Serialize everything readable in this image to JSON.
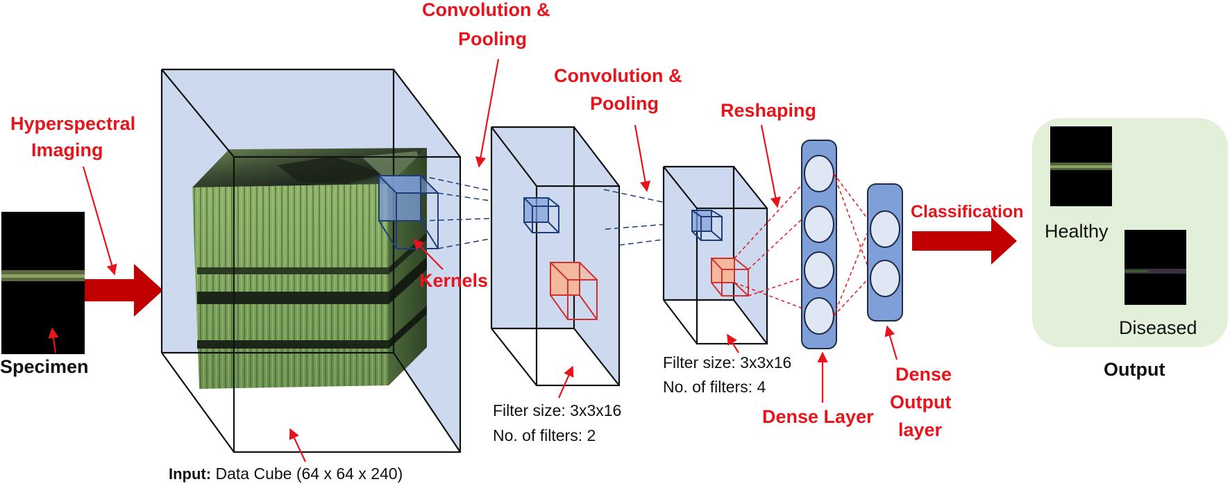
{
  "labels": {
    "hyperspectral_line1": "Hyperspectral",
    "hyperspectral_line2": "Imaging",
    "specimen": "Specimen",
    "conv1_line1": "Convolution &",
    "conv1_line2": "Pooling",
    "conv2_line1": "Convolution &",
    "conv2_line2": "Pooling",
    "kernels": "Kernels",
    "reshaping": "Reshaping",
    "classification": "Classification",
    "dense_layer": "Dense Layer",
    "dense_output_line1": "Dense",
    "dense_output_line2": "Output",
    "dense_output_line3": "layer",
    "output": "Output",
    "healthy": "Healthy",
    "diseased": "Diseased"
  },
  "input_caption": {
    "bold": "Input:",
    "rest": " Data Cube (64 x 64 x 240)"
  },
  "layer1_caption": {
    "filter_size": "Filter size: 3x3x16",
    "num_filters": "No. of filters: 2"
  },
  "layer2_caption": {
    "filter_size": "Filter size: 3x3x16",
    "num_filters": "No. of filters: 4"
  },
  "colors": {
    "accent_red": "#e8141c",
    "flow_arrow": "#c00000",
    "box_fill": "#ccd9ee",
    "neuron_fill": "#dfe7f5",
    "layer_bar": "#7f9fd9",
    "kernel_blue": "#1f3c78",
    "kernel_red": "#d03030",
    "output_panel": "#e2efd9",
    "cube_green": "#7a9d5a"
  }
}
